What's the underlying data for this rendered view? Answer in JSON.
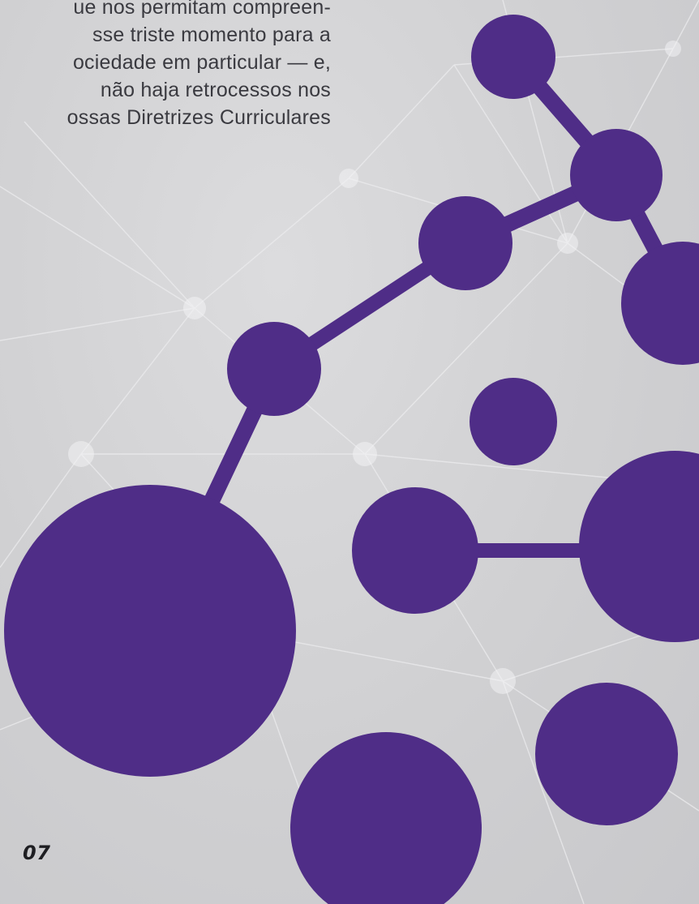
{
  "text_block": {
    "lines": [
      "ue nos permitam compreen-",
      "sse triste momento para a",
      "ociedade em particular — e,",
      "não haja retrocessos nos",
      "ossas Diretrizes Curriculares"
    ]
  },
  "page_number": "07",
  "colors": {
    "molecule": "#4f2d87",
    "background": "#d1d1d3",
    "text": "#3a3a40",
    "network_lines": "#eeeef0"
  }
}
